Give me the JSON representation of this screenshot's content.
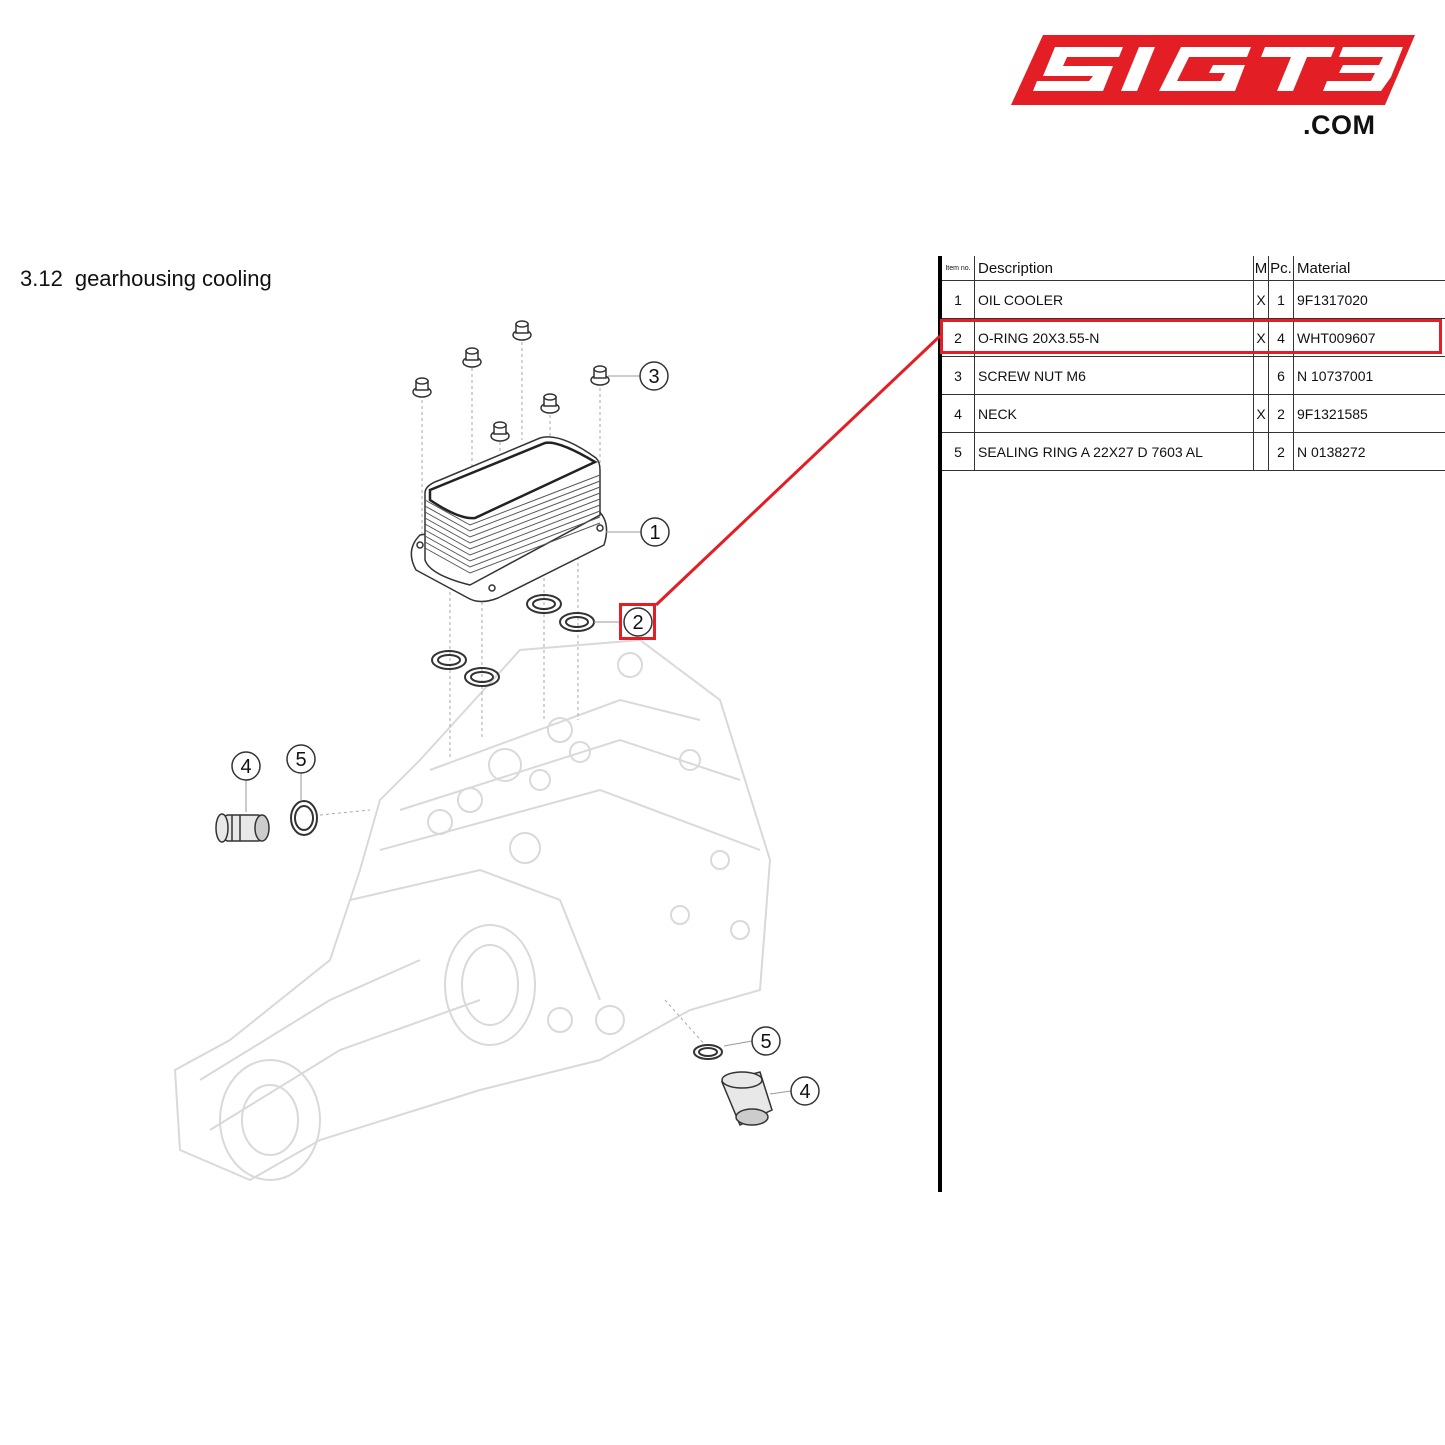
{
  "logo": {
    "text": "SIGT3",
    "suffix": ".COM",
    "color": "#e31e24"
  },
  "section": {
    "number": "3.12",
    "title": "gearhousing cooling"
  },
  "callouts": [
    "1",
    "2",
    "3",
    "4",
    "5",
    "4",
    "5"
  ],
  "table": {
    "headers": {
      "item": "Item no.",
      "description": "Description",
      "m": "M",
      "pc": "Pc.",
      "material": "Material"
    },
    "rows": [
      {
        "item": "1",
        "description": "OIL COOLER",
        "m": "X",
        "pc": "1",
        "material": "9F1317020"
      },
      {
        "item": "2",
        "description": "O-RING 20X3.55-N",
        "m": "X",
        "pc": "4",
        "material": "WHT009607"
      },
      {
        "item": "3",
        "description": "SCREW NUT M6",
        "m": "",
        "pc": "6",
        "material": "N 10737001"
      },
      {
        "item": "4",
        "description": "NECK",
        "m": "X",
        "pc": "2",
        "material": "9F1321585"
      },
      {
        "item": "5",
        "description": "SEALING RING A 22X27 D 7603 AL",
        "m": "",
        "pc": "2",
        "material": "N 0138272"
      }
    ]
  },
  "highlight": {
    "item": "2",
    "color": "#e31e24"
  }
}
